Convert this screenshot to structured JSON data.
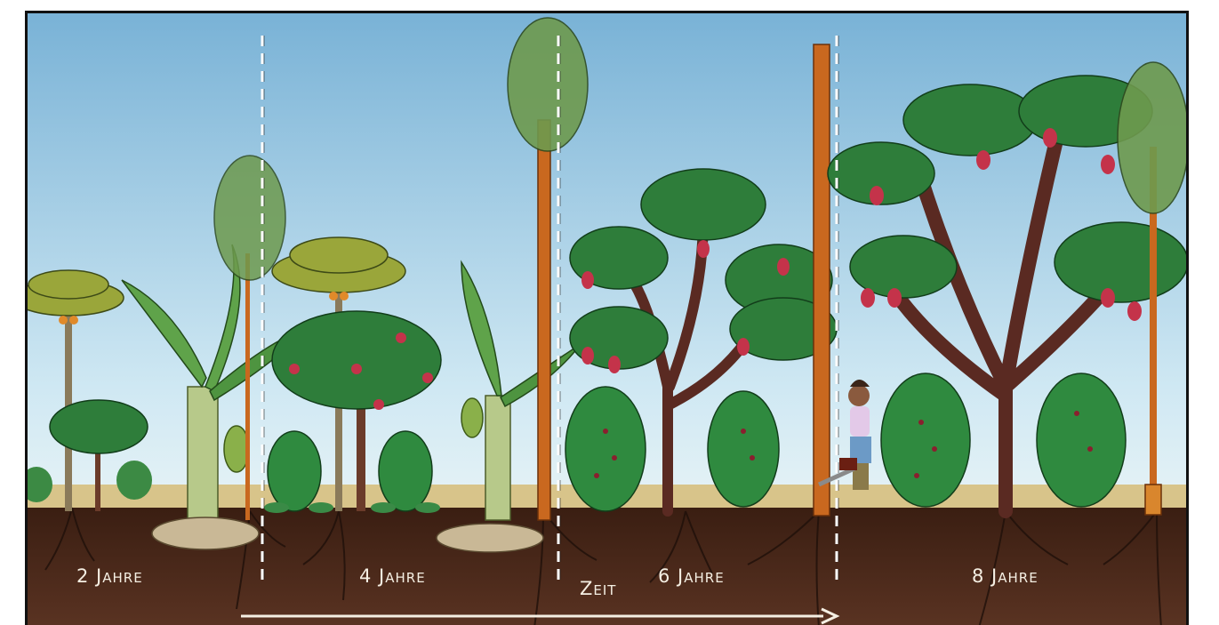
{
  "stage_labels": {
    "year_2": "2 Jahre",
    "year_4": "4 Jahre",
    "year_6": "6 Jahre",
    "year_8": "8 Jahre"
  },
  "time_label": "Zeit",
  "colors": {
    "sky_top": "#7fb6d8",
    "sky_bottom": "#d9eef6",
    "soil": "#4a2a1a",
    "grass": "#c8b27a",
    "foliage": "#2e7d3a",
    "fruit": "#c4334a",
    "trunk": "#c9681f"
  }
}
